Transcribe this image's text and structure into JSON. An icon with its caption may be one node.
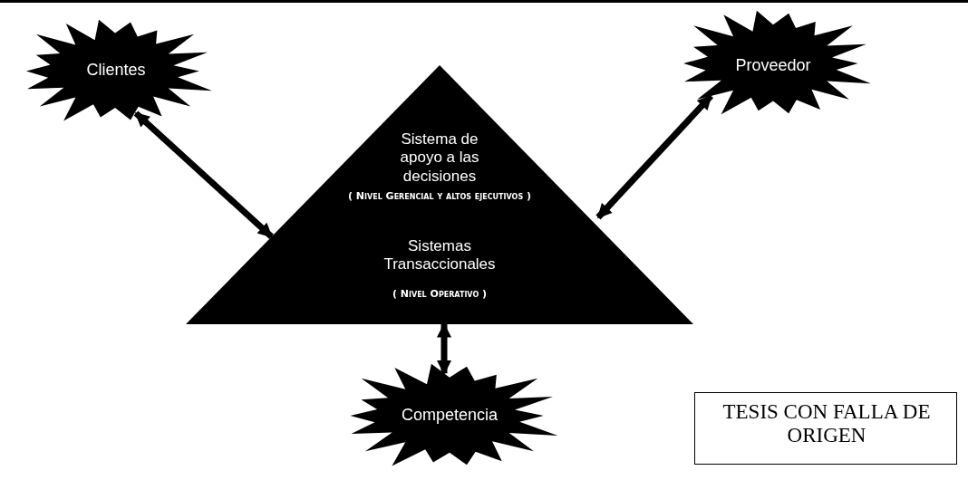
{
  "diagram": {
    "nodes": [
      {
        "text": [
          "Clientes"
        ]
      },
      {
        "text": [
          "Proveedor"
        ]
      },
      {
        "text": [
          "Sistema de apoyo a las decisiones",
          "( Nivel Gerencial y altos ejecutivos )",
          "Sistemas Transaccionales",
          "( Nivel Operativo )"
        ]
      },
      {
        "text": [
          "Competencia"
        ]
      },
      {
        "text": [
          "TESIS CON FALLA DE ORIGEN"
        ]
      }
    ],
    "edges": [
      {
        "from": 0,
        "to": 2,
        "arrow": "both"
      },
      {
        "from": 2,
        "to": 1,
        "arrow": "both"
      },
      {
        "from": 3,
        "to": 2,
        "arrow": "both"
      }
    ]
  }
}
